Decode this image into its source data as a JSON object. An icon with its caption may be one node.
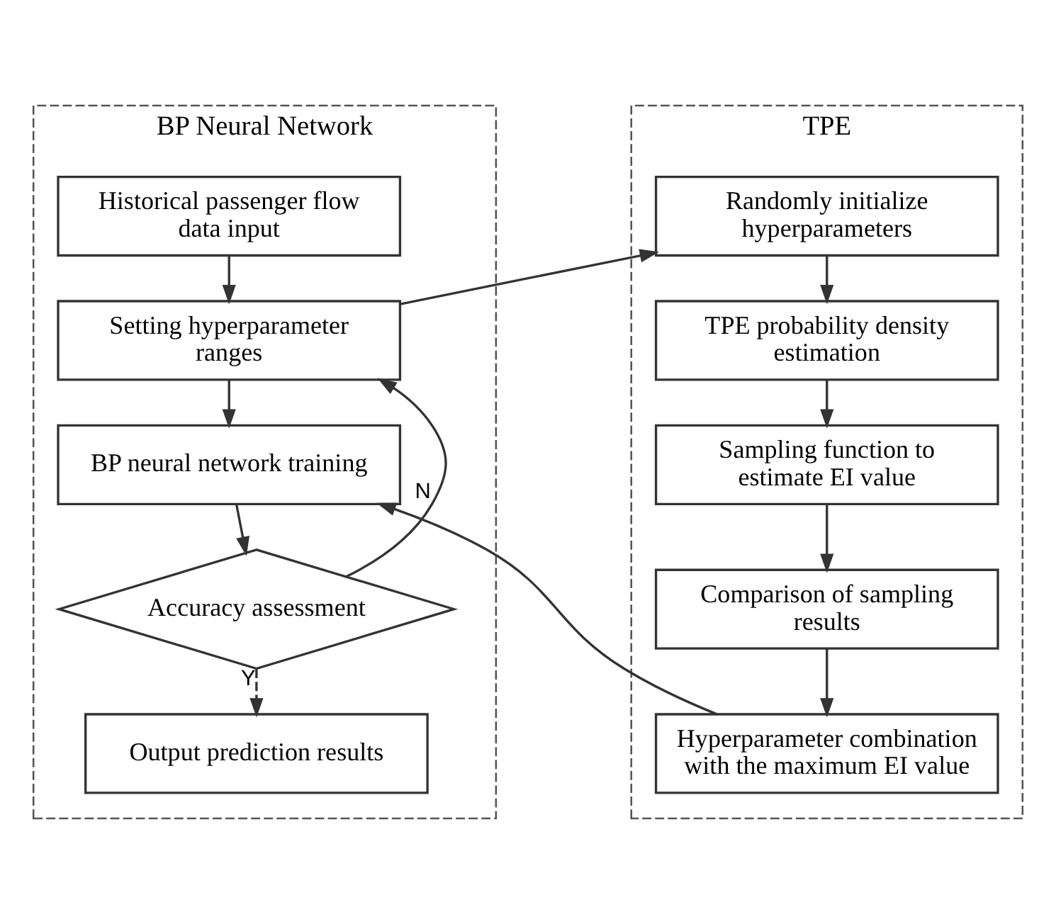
{
  "diagram": {
    "nodes": [
      {
        "text": [
          "BP Neural Network"
        ]
      },
      {
        "text": [
          "Historical passenger flow data input"
        ],
        "in": 0
      },
      {
        "text": [
          "Setting hyperparameter ranges"
        ],
        "in": 0
      },
      {
        "text": [
          "BP neural network training"
        ],
        "in": 0
      },
      {
        "text": [
          "Accuracy assessment"
        ],
        "in": 0
      },
      {
        "text": [
          "Output prediction results"
        ],
        "in": 0
      },
      {
        "text": [
          "TPE"
        ]
      },
      {
        "text": [
          "Randomly initialize hyperparameters"
        ],
        "in": 6
      },
      {
        "text": [
          "TPE probability density estimation"
        ],
        "in": 6
      },
      {
        "text": [
          "Sampling function to estimate EI value"
        ],
        "in": 6
      },
      {
        "text": [
          "Comparison of sampling results"
        ],
        "in": 6
      },
      {
        "text": [
          "Hyperparameter combination with the maximum EI value"
        ],
        "in": 6
      }
    ],
    "edges": [
      {
        "from": 1,
        "to": 2,
        "arrow": "to"
      },
      {
        "from": 2,
        "to": 3,
        "arrow": "to"
      },
      {
        "from": 3,
        "to": 4,
        "arrow": "to"
      },
      {
        "from": 4,
        "to": 5,
        "arrow": "to",
        "label": "Y",
        "style": "dashed"
      },
      {
        "from": 4,
        "to": 2,
        "arrow": "to",
        "label": "N"
      },
      {
        "from": 2,
        "to": 7,
        "arrow": "to"
      },
      {
        "from": 7,
        "to": 8,
        "arrow": "to"
      },
      {
        "from": 8,
        "to": 9,
        "arrow": "to"
      },
      {
        "from": 9,
        "to": 10,
        "arrow": "to"
      },
      {
        "from": 10,
        "to": 11,
        "arrow": "to"
      },
      {
        "from": 11,
        "to": 3,
        "arrow": "to"
      }
    ]
  }
}
